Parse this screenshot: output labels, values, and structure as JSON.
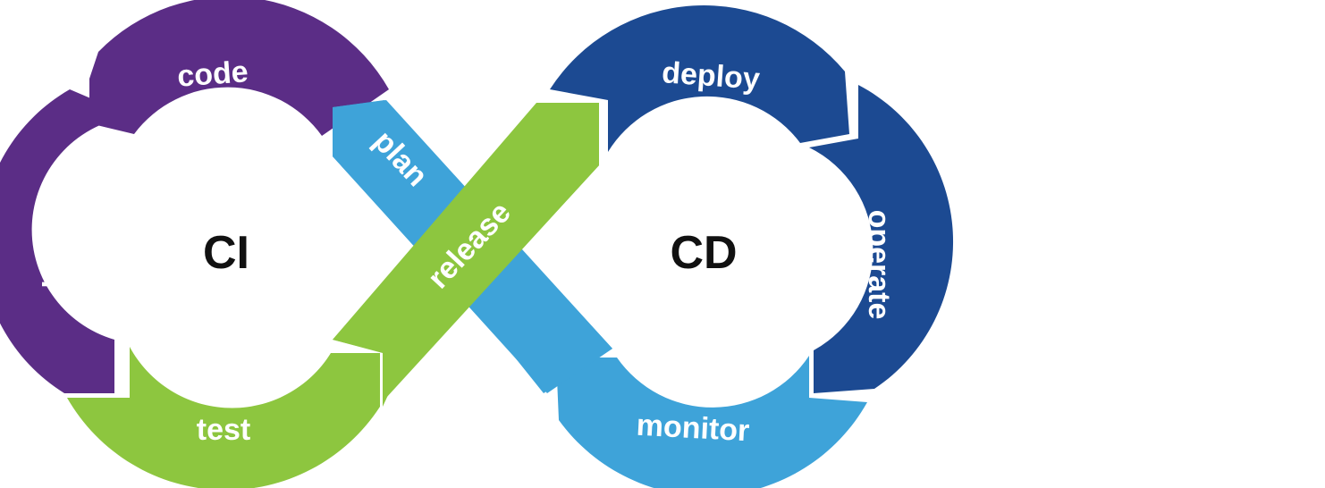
{
  "loops": {
    "left": {
      "label": "CI"
    },
    "right": {
      "label": "CD"
    }
  },
  "stages": {
    "code": {
      "label": "code",
      "color": "#5B2D86"
    },
    "build": {
      "label": "build",
      "color": "#5B2D86"
    },
    "test": {
      "label": "test",
      "color": "#8DC63F"
    },
    "release": {
      "label": "release",
      "color": "#8DC63F"
    },
    "plan": {
      "label": "plan",
      "color": "#3EA3D9"
    },
    "deploy": {
      "label": "deploy",
      "color": "#1C4A92"
    },
    "operate": {
      "label": "operate",
      "color": "#1C4A92"
    },
    "monitor": {
      "label": "monitor",
      "color": "#3EA3D9"
    }
  }
}
